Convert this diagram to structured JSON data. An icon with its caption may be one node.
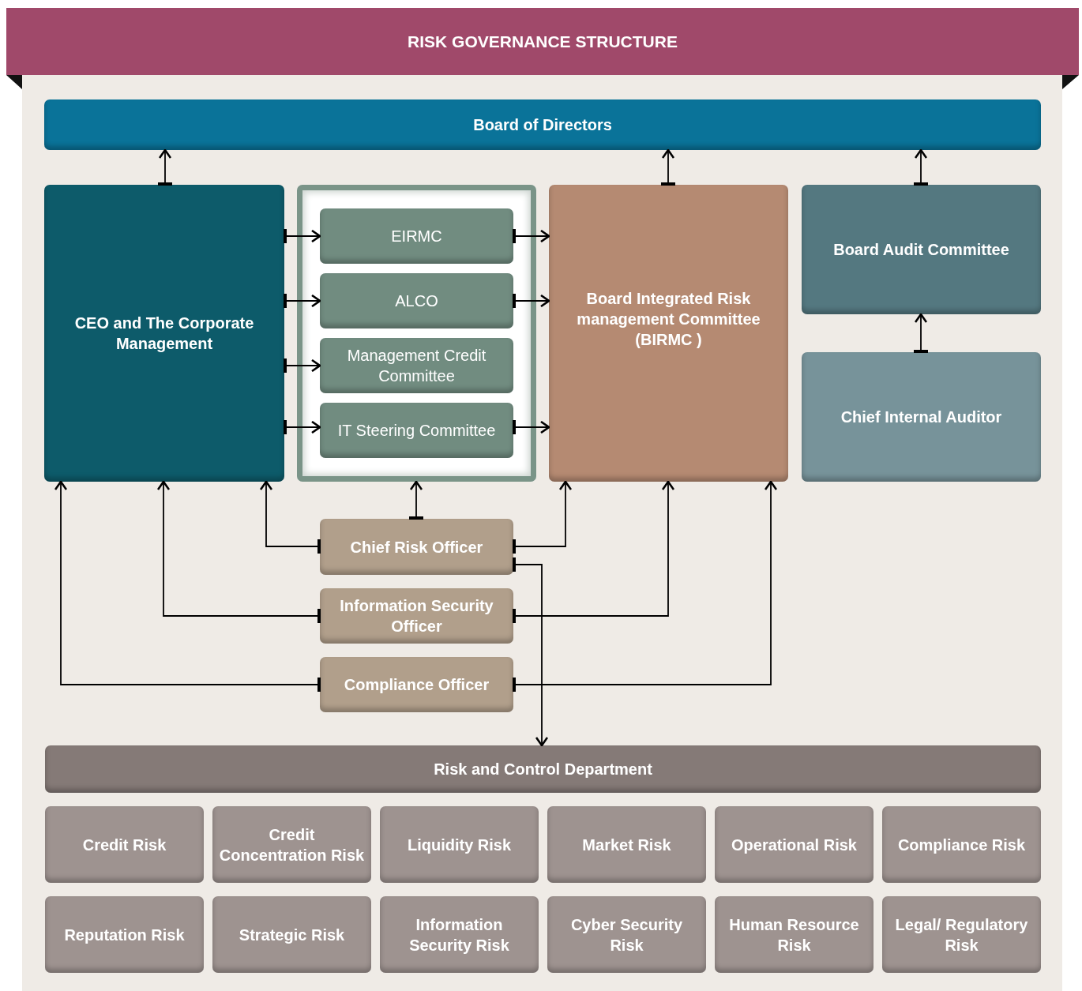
{
  "diagram": {
    "title": "RISK GOVERNANCE STRUCTURE",
    "nodes": [
      {
        "text": [
          "Board of Directors"
        ]
      },
      {
        "text": [
          "CEO and The Corporate Management"
        ]
      },
      {
        "text": [],
        "shape": "box"
      },
      {
        "text": [
          "EIRMC"
        ],
        "in": 2
      },
      {
        "text": [
          "ALCO"
        ],
        "in": 2
      },
      {
        "text": [
          "Management Credit Committee"
        ],
        "in": 2
      },
      {
        "text": [
          "IT Steering Committee"
        ],
        "in": 2
      },
      {
        "text": [
          "Board Integrated Risk management Committee (BIRMC )"
        ]
      },
      {
        "text": [
          "Board Audit Committee"
        ]
      },
      {
        "text": [
          "Chief Internal Auditor"
        ]
      },
      {
        "text": [
          "Chief Risk Officer"
        ]
      },
      {
        "text": [
          "Information Security Officer"
        ]
      },
      {
        "text": [
          "Compliance Officer"
        ]
      },
      {
        "text": [
          "Risk and Control Department"
        ]
      },
      {
        "text": [
          "Credit Risk"
        ]
      },
      {
        "text": [
          "Credit Concentration Risk"
        ]
      },
      {
        "text": [
          "Liquidity Risk"
        ]
      },
      {
        "text": [
          "Market Risk"
        ]
      },
      {
        "text": [
          "Operational Risk"
        ]
      },
      {
        "text": [
          "Compliance Risk"
        ]
      },
      {
        "text": [
          "Reputation Risk"
        ]
      },
      {
        "text": [
          "Strategic Risk"
        ]
      },
      {
        "text": [
          "Information Security Risk"
        ]
      },
      {
        "text": [
          "Cyber Security Risk"
        ]
      },
      {
        "text": [
          "Human Resource Risk"
        ]
      },
      {
        "text": [
          "Legal/ Regulatory Risk"
        ]
      }
    ],
    "edges": [
      {
        "from": 1,
        "to": 0,
        "arrow": "to"
      },
      {
        "from": 7,
        "to": 0,
        "arrow": "to"
      },
      {
        "from": 8,
        "to": 0,
        "arrow": "to"
      },
      {
        "from": 9,
        "to": 8,
        "arrow": "to"
      },
      {
        "from": 1,
        "to": 3,
        "arrow": "to"
      },
      {
        "from": 1,
        "to": 4,
        "arrow": "to"
      },
      {
        "from": 1,
        "to": 5,
        "arrow": "to"
      },
      {
        "from": 1,
        "to": 6,
        "arrow": "to"
      },
      {
        "from": 3,
        "to": 7,
        "arrow": "to"
      },
      {
        "from": 4,
        "to": 7,
        "arrow": "to"
      },
      {
        "from": 6,
        "to": 7,
        "arrow": "to"
      },
      {
        "from": 10,
        "to": 2,
        "arrow": "to"
      },
      {
        "from": 10,
        "to": 1,
        "arrow": "to"
      },
      {
        "from": 10,
        "to": 7,
        "arrow": "to"
      },
      {
        "from": 10,
        "to": 13,
        "arrow": "to"
      },
      {
        "from": 11,
        "to": 1,
        "arrow": "to"
      },
      {
        "from": 11,
        "to": 7,
        "arrow": "to"
      },
      {
        "from": 12,
        "to": 1,
        "arrow": "to"
      },
      {
        "from": 12,
        "to": 7,
        "arrow": "to"
      }
    ]
  }
}
